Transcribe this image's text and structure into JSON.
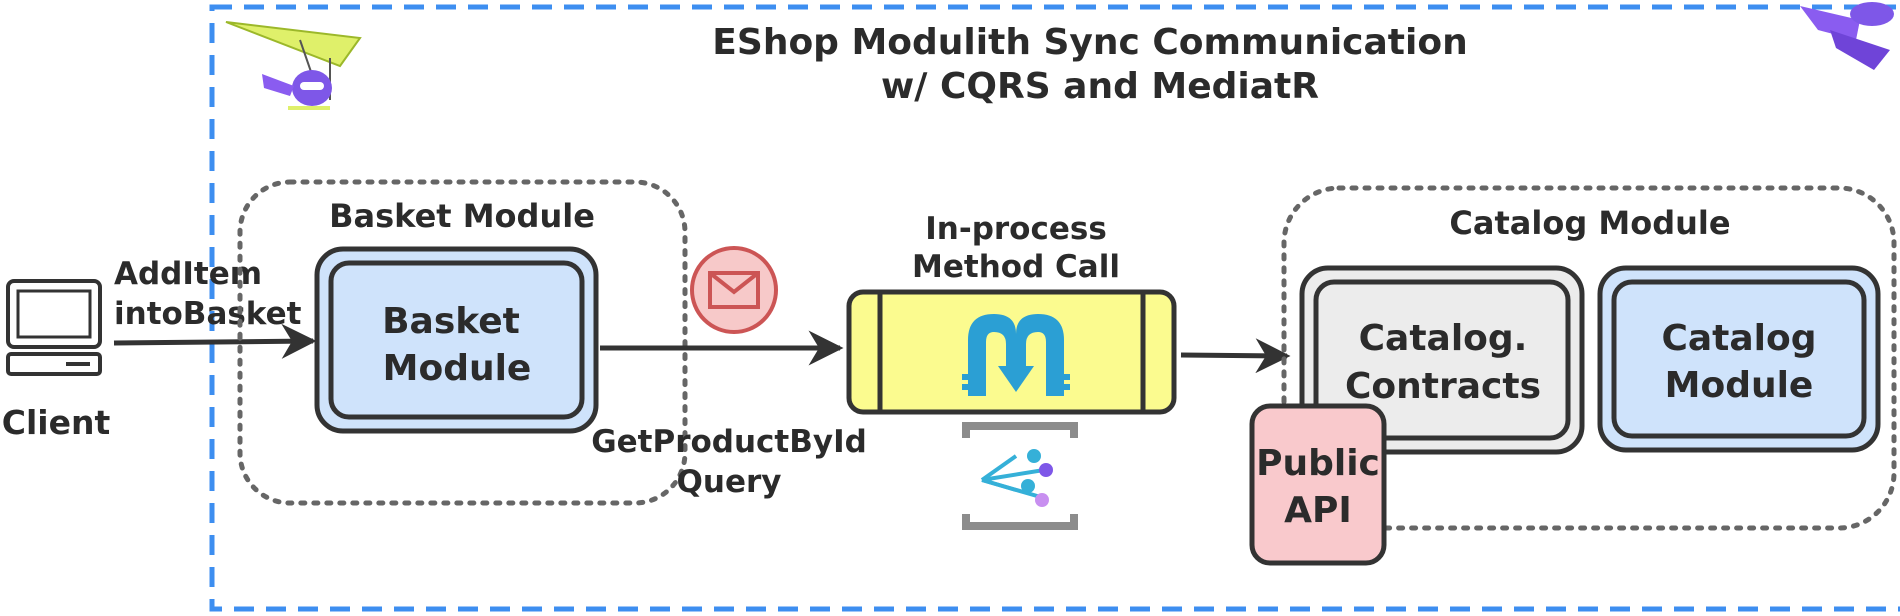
{
  "title": {
    "line1": "EShop Modulith Sync Communication",
    "line2": "w/ CQRS and MediatR"
  },
  "client": {
    "label": "Client"
  },
  "add_item": {
    "line1": "AddItem",
    "line2": "intoBasket"
  },
  "basket_group": {
    "title": "Basket Module"
  },
  "basket_box": {
    "line1": "Basket",
    "line2": "Module"
  },
  "query_label": {
    "line1": "GetProductById",
    "line2": "Query"
  },
  "mediator": {
    "line1": "In-process",
    "line2": "Method Call"
  },
  "catalog_group": {
    "title": "Catalog Module"
  },
  "contracts_box": {
    "line1": "Catalog.",
    "line2": "Contracts"
  },
  "catalog_box": {
    "line1": "Catalog",
    "line2": "Module"
  },
  "public_api": {
    "line1": "Public",
    "line2": "API"
  },
  "colors": {
    "boundary": "#3d8ef0",
    "module_fill": "#cfe3fb",
    "contracts_fill": "#ececec",
    "mediator_fill": "#fbfb8f",
    "public_api_fill": "#f9c9cc",
    "envelope_fill": "#f7c9c9",
    "envelope_stroke": "#cc5555",
    "mediatr_logo": "#2b9fd4",
    "outline": "#333333"
  },
  "icons": [
    "hang-glider-mascot-icon",
    "mascot-corner-icon",
    "computer-icon",
    "envelope-message-icon",
    "mediatr-logo-icon",
    "event-grid-icon"
  ]
}
